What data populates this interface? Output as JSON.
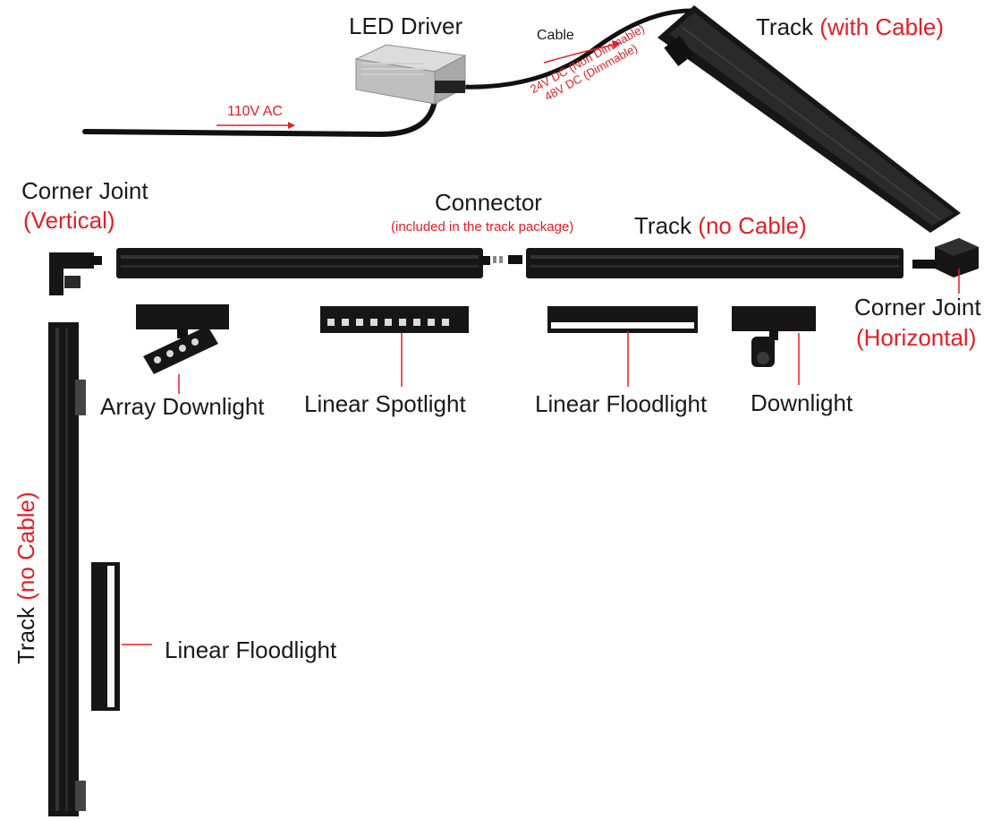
{
  "labels": {
    "led_driver": "LED Driver",
    "cable": "Cable",
    "voltage_ac": "110V AC",
    "dc_24": "24V DC (Non Dimmable)",
    "dc_48": "48V DC (Dimmable)",
    "track_with_cable_main": "Track",
    "track_with_cable_note": "(with Cable)",
    "corner_vertical_main": "Corner Joint",
    "corner_vertical_note": "(Vertical)",
    "connector_main": "Connector",
    "connector_note": "(included in the track package)",
    "track_no_cable_main": "Track",
    "track_no_cable_note": "(no Cable)",
    "corner_horizontal_main": "Corner Joint",
    "corner_horizontal_note": "(Horizontal)",
    "array_downlight": "Array Downlight",
    "linear_spotlight": "Linear Spotlight",
    "linear_floodlight_top": "Linear Floodlight",
    "downlight": "Downlight",
    "vertical_track_main": "Track",
    "vertical_track_note": "(no Cable)",
    "linear_floodlight_bottom": "Linear Floodlight"
  },
  "colors": {
    "accent_red": "#e41e26",
    "product_black": "#161616",
    "text": "#1a1a1a"
  }
}
